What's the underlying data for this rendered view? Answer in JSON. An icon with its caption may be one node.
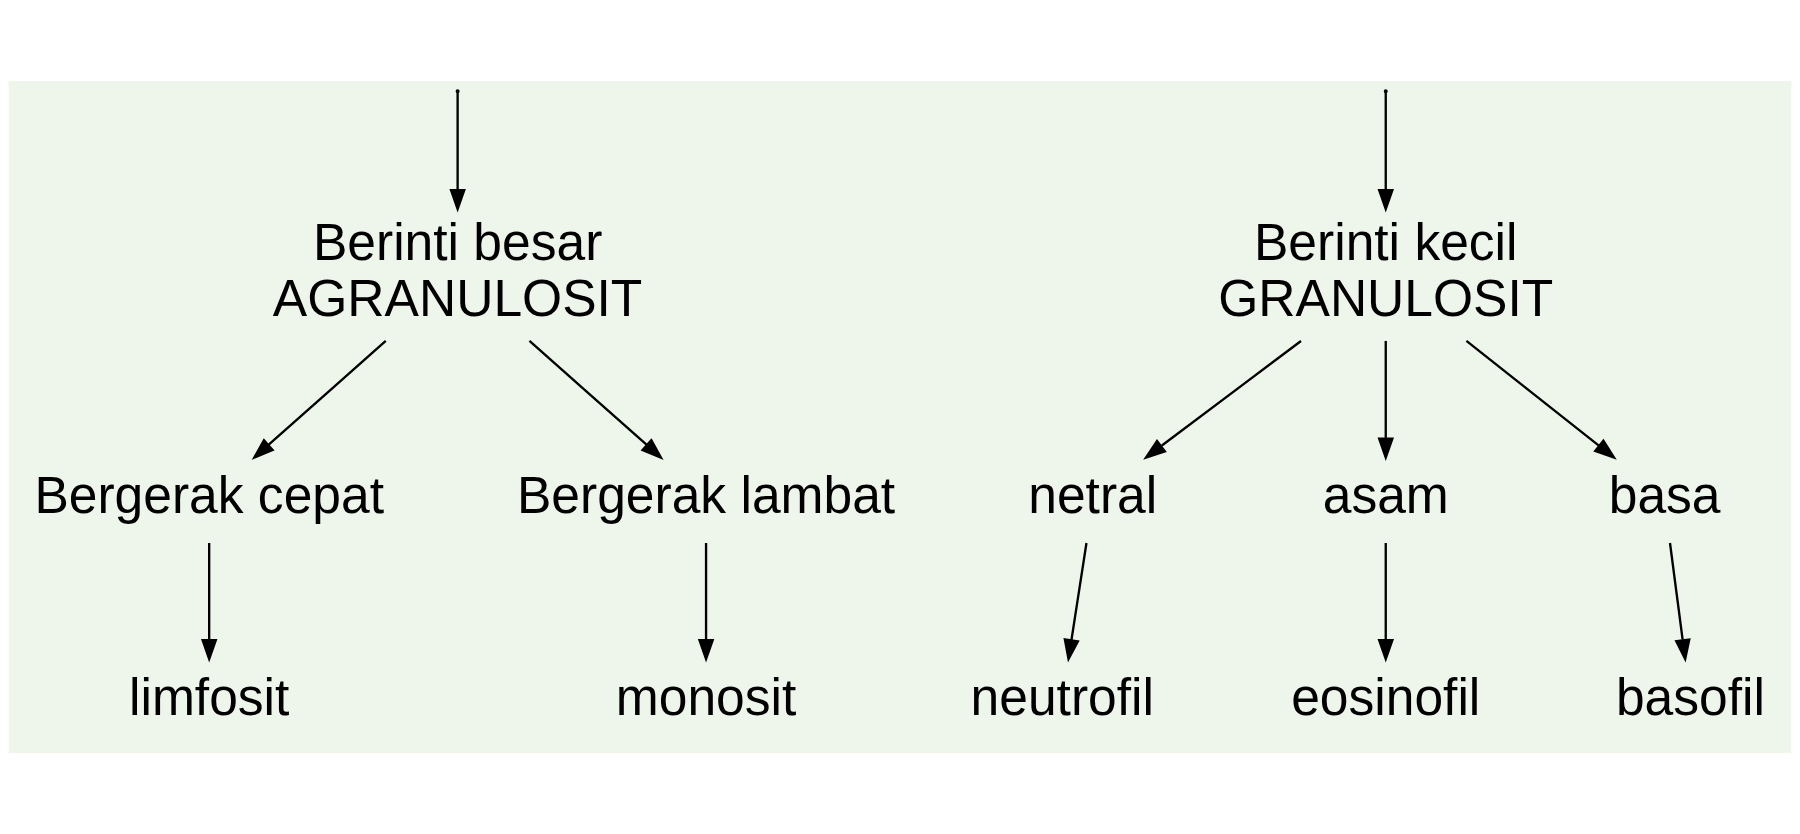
{
  "diagram": {
    "nodes": [
      {
        "text": [
          "Berinti besar",
          "AGRANULOSIT"
        ]
      },
      {
        "text": [
          "Berinti kecil",
          "GRANULOSIT"
        ]
      },
      {
        "text": [
          "Bergerak cepat"
        ]
      },
      {
        "text": [
          "Bergerak lambat"
        ]
      },
      {
        "text": [
          "netral"
        ]
      },
      {
        "text": [
          "asam"
        ]
      },
      {
        "text": [
          "basa"
        ]
      },
      {
        "text": [
          "limfosit"
        ]
      },
      {
        "text": [
          "monosit"
        ]
      },
      {
        "text": [
          "neutrofil"
        ]
      },
      {
        "text": [
          "eosinofil"
        ]
      },
      {
        "text": [
          "basofil"
        ]
      }
    ],
    "edges": [
      {
        "from": null,
        "to": 0,
        "arrow": "to"
      },
      {
        "from": null,
        "to": 1,
        "arrow": "to"
      },
      {
        "from": 0,
        "to": 2,
        "arrow": "to"
      },
      {
        "from": 0,
        "to": 3,
        "arrow": "to"
      },
      {
        "from": 1,
        "to": 4,
        "arrow": "to"
      },
      {
        "from": 1,
        "to": 5,
        "arrow": "to"
      },
      {
        "from": 1,
        "to": 6,
        "arrow": "to"
      },
      {
        "from": 2,
        "to": 7,
        "arrow": "to"
      },
      {
        "from": 3,
        "to": 8,
        "arrow": "to"
      },
      {
        "from": 4,
        "to": 9,
        "arrow": "to"
      },
      {
        "from": 5,
        "to": 10,
        "arrow": "to"
      },
      {
        "from": 6,
        "to": 11,
        "arrow": "to"
      }
    ]
  }
}
